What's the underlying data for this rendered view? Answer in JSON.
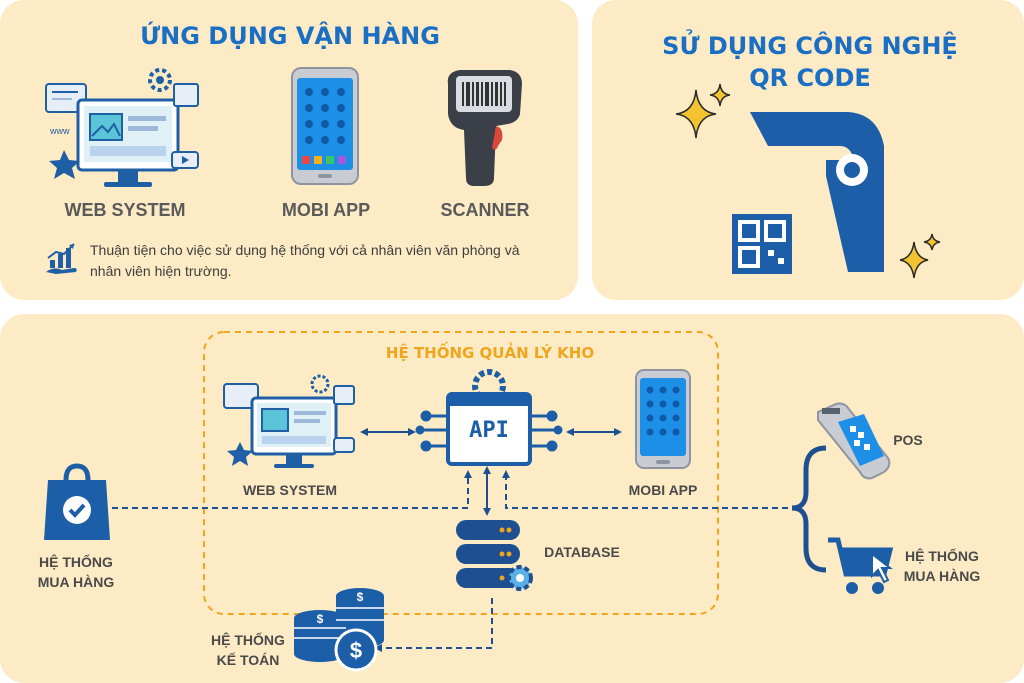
{
  "panel_apps": {
    "title": "ỨNG DỤNG VẬN HÀNG",
    "items": [
      {
        "label": "WEB SYSTEM",
        "icon": "web-system-icon"
      },
      {
        "label": "MOBI APP",
        "icon": "mobile-phone-icon"
      },
      {
        "label": "SCANNER",
        "icon": "barcode-scanner-icon"
      }
    ],
    "note": "Thuận tiện cho việc sử dụng hệ thống với cả nhân viên văn phòng và nhân viên hiện trường."
  },
  "panel_qr": {
    "title_line1": "SỬ DỤNG CÔNG NGHỆ",
    "title_line2": "QR CODE"
  },
  "panel_flow": {
    "group_title": "HỆ THỐNG QUẢN LÝ KHO",
    "api_label": "API",
    "web_system": "WEB SYSTEM",
    "mobi_app": "MOBI APP",
    "database": "DATABASE",
    "left_system_line1": "HỆ THỐNG",
    "left_system_line2": "MUA HÀNG",
    "accounting_line1": "HỆ THỐNG",
    "accounting_line2": "KẾ TOÁN",
    "pos": "POS",
    "right_system_line1": "HỆ THỐNG",
    "right_system_line2": "MUA HÀNG"
  },
  "colors": {
    "panel_bg": "#fcebc4",
    "primary_blue": "#1a6fc4",
    "navy": "#1d4f91",
    "orange_accent": "#f0a51c",
    "gold": "#f4c430"
  }
}
